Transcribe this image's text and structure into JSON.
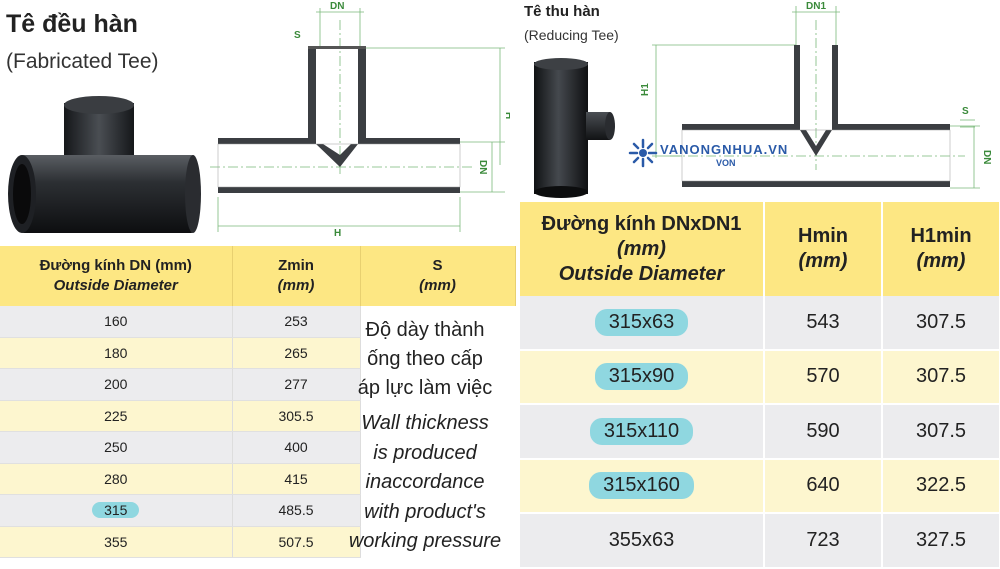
{
  "left": {
    "title_vn": "Tê đều hàn",
    "title_en": "(Fabricated Tee)",
    "diagram": {
      "dim_top": "DN",
      "dim_s": "S",
      "dim_h_right": "H",
      "dim_dn_right": "DN",
      "dim_h_bottom": "H"
    },
    "table": {
      "col1_vn": "Đường kính DN (mm)",
      "col1_en": "Outside Diameter",
      "col2": "Zmin",
      "col2_unit": "(mm)",
      "col3": "S",
      "col3_unit": "(mm)",
      "rows": [
        {
          "dn": "160",
          "z": "253"
        },
        {
          "dn": "180",
          "z": "265"
        },
        {
          "dn": "200",
          "z": "277"
        },
        {
          "dn": "225",
          "z": "305.5"
        },
        {
          "dn": "250",
          "z": "400"
        },
        {
          "dn": "280",
          "z": "415"
        },
        {
          "dn": "315",
          "z": "485.5"
        },
        {
          "dn": "355",
          "z": "507.5"
        }
      ]
    },
    "note_vn": [
      "Độ dày thành",
      "ống theo cấp",
      "áp lực làm việc"
    ],
    "note_en": [
      "Wall thickness",
      "is produced",
      "inaccordance",
      "with product's",
      "working pressure"
    ]
  },
  "right": {
    "title_vn": "Tê thu hàn",
    "title_en": "(Reducing Tee)",
    "diagram": {
      "dim_top": "DN1",
      "dim_h1": "H1",
      "dim_s": "S",
      "dim_dn": "DN"
    },
    "watermark": "VANONGNHUA.VN",
    "watermark_sub": "VON",
    "table": {
      "col1_line1": "Đường kính DNxDN1",
      "col1_line2": "(mm)",
      "col1_line3": "Outside Diameter",
      "col2": "Hmin",
      "col2_unit": "(mm)",
      "col3": "H1min",
      "col3_unit": "(mm)",
      "rows": [
        {
          "size": "315x63",
          "h": "543",
          "h1": "307.5"
        },
        {
          "size": "315x90",
          "h": "570",
          "h1": "307.5"
        },
        {
          "size": "315x110",
          "h": "590",
          "h1": "307.5"
        },
        {
          "size": "315x160",
          "h": "640",
          "h1": "322.5"
        },
        {
          "size": "355x63",
          "h": "723",
          "h1": "327.5"
        }
      ]
    }
  }
}
